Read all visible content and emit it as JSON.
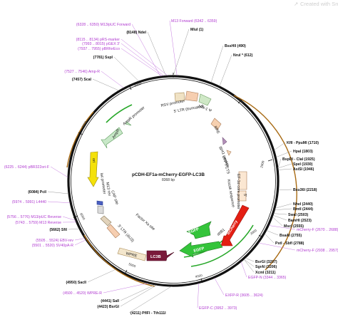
{
  "watermark": "Created with SnapGene®",
  "plasmid": {
    "name": "pCDH-EF1a-mCherry-EGFP-LC3B",
    "size": "8368 bp"
  },
  "ticks": [
    "1000",
    "2000",
    "3000",
    "4000",
    "5000",
    "6000",
    "7000",
    "8000"
  ],
  "features": {
    "rsv_promoter": "RSV promoter",
    "ltr5": "5' LTR (truncated)",
    "hiv_psi": "HIV-1 Ψ",
    "rre": "RRE",
    "gp41": "gp41 peptide",
    "cppt": "cPPT/CTS",
    "ef1a": "EF-1α core promoter",
    "five_prime": "5'",
    "kozak": "Kozak sequence",
    "mcherry": "mCherry",
    "atg": "attB1",
    "egfp": "EGFP",
    "lc3b": "LC3B",
    "wpre": "WPRE",
    "ltr3": "3' LTR (ΔU3)",
    "factor_xa": "Factor Xa site",
    "m13_rev": "M13 rev",
    "lac_promoter": "lac promoter",
    "cap": "CAP site",
    "ori": "ori",
    "ampr": "AmpR",
    "ampr_promoter": "AmpR promoter"
  },
  "sites": [
    {
      "label": "(6328 .. 6350)  M13/pUC Forward",
      "kind": "primer"
    },
    {
      "label": "(8148)  NdeI",
      "kind": "enzyme"
    },
    {
      "label": "(8115 .. 8134)  pRS-marker",
      "kind": "primer"
    },
    {
      "label": "(7993 .. 8015)  pGEX 3'",
      "kind": "primer"
    },
    {
      "label": "(7937 .. 7955)  pBRforEco",
      "kind": "primer"
    },
    {
      "label": "(7781)  SspI",
      "kind": "enzyme"
    },
    {
      "label": "(7527 .. 7546)  Amp-R",
      "kind": "primer"
    },
    {
      "label": "(7457)  ScaI",
      "kind": "enzyme"
    },
    {
      "label": "(6225 .. 6244)  pBR322ori-F",
      "kind": "primer"
    },
    {
      "label": "(6084)  PciI",
      "kind": "enzyme"
    },
    {
      "label": "(5974 .. 5991)  L4440",
      "kind": "primer"
    },
    {
      "label": "(5756 .. 5776)  M13/pUC Reverse",
      "kind": "primer"
    },
    {
      "label": "(5743 .. 5759)  M13 Reverse",
      "kind": "primer"
    },
    {
      "label": "(5662)  SfiI",
      "kind": "enzyme"
    },
    {
      "label": "(5505 .. 5524)  EBV-rev",
      "kind": "primer"
    },
    {
      "label": "(5501 .. 5520)  SV40pA-R",
      "kind": "primer"
    },
    {
      "label": "(4950)  SacII",
      "kind": "enzyme"
    },
    {
      "label": "(4500 .. 4520)  WPRE-R",
      "kind": "primer"
    },
    {
      "label": "(4441)  SalI",
      "kind": "enzyme"
    },
    {
      "label": "(4423)  BsrGI",
      "kind": "enzyme"
    },
    {
      "label": "(4211)  PflFI - Tth111I",
      "kind": "enzyme"
    },
    {
      "label": "M13 Forward  (6342 .. 6359)",
      "kind": "primer"
    },
    {
      "label": "MluI  (1)",
      "kind": "enzyme"
    },
    {
      "label": "BssHII  (490)",
      "kind": "enzyme"
    },
    {
      "label": "NruI *  (612)",
      "kind": "enzyme"
    },
    {
      "label": "KflI - PpuMI  (1710)",
      "kind": "enzyme"
    },
    {
      "label": "HpaI  (1803)",
      "kind": "enzyme"
    },
    {
      "label": "BspDI - ClaI  (1925)",
      "kind": "enzyme"
    },
    {
      "label": "SpeI  (1930)",
      "kind": "enzyme"
    },
    {
      "label": "AsiSI  (1946)",
      "kind": "enzyme"
    },
    {
      "label": "Bsu36I  (2218)",
      "kind": "enzyme"
    },
    {
      "label": "NheI  (2440)",
      "kind": "enzyme"
    },
    {
      "label": "BmtI  (2444)",
      "kind": "enzyme"
    },
    {
      "label": "SwaI  (2503)",
      "kind": "enzyme"
    },
    {
      "label": "BamHI  (2523)",
      "kind": "enzyme"
    },
    {
      "label": "MscI  (2555)",
      "kind": "enzyme"
    },
    {
      "label": "BsaAI  (2755)",
      "kind": "enzyme"
    },
    {
      "label": "mCherry-F  (2670 .. 2688)",
      "kind": "primer"
    },
    {
      "label": "PstI - SbfI  (2788)",
      "kind": "enzyme"
    },
    {
      "label": "mCherry-F  (2938 .. 2957)",
      "kind": "primer"
    },
    {
      "label": "EGFP-N  (3344 .. 3365)",
      "kind": "primer"
    },
    {
      "label": "SgrAI  (3206)",
      "kind": "enzyme"
    },
    {
      "label": "XcmI  (3211)",
      "kind": "enzyme"
    },
    {
      "label": "BsrGI  (3207)",
      "kind": "enzyme"
    },
    {
      "label": "EXFP-R  (3605 .. 3624)",
      "kind": "primer"
    },
    {
      "label": "EGFP-C  (3952 .. 3973)",
      "kind": "primer"
    }
  ]
}
